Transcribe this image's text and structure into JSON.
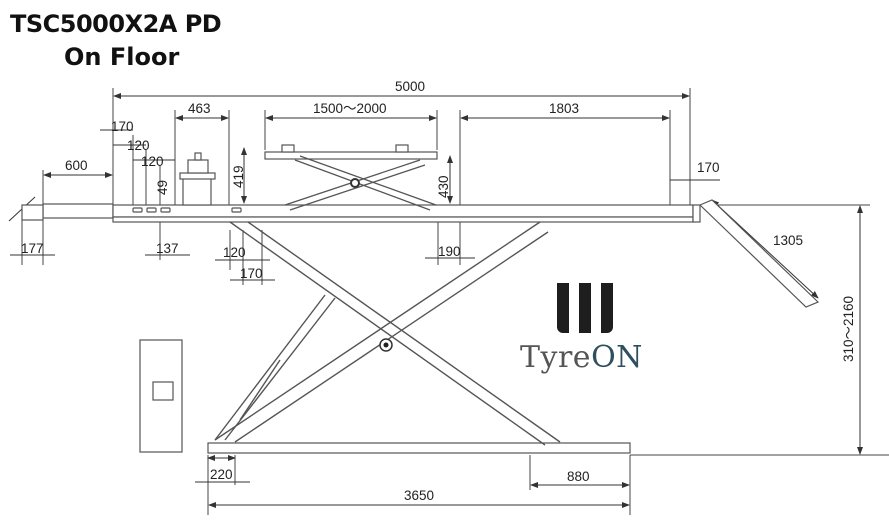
{
  "title": {
    "model": "TSC5000X2A PD",
    "subtitle": "On Floor"
  },
  "logo": {
    "icon": "three-bar-tyre-icon",
    "text_part1": "Tyre",
    "text_part2": "ON",
    "colors": {
      "bars": "#1e1e1e",
      "tyre": "#555555",
      "on": "#2f4f5f"
    }
  },
  "dimensions": {
    "total_length": "5000",
    "top_463": "463",
    "secondary_platform_length": "1500～2000",
    "right_section": "1803",
    "left_170": "170",
    "left_120a": "120",
    "left_120b": "120",
    "extension_600": "600",
    "jack_49": "49",
    "jack_419": "419",
    "secondary_height_430": "430",
    "right_170": "170",
    "ramp_length": "1305",
    "lift_height": "310～2160",
    "left_177": "177",
    "under_137": "137",
    "under_120": "120",
    "under_170": "170",
    "under_190": "190",
    "base_220": "220",
    "base_880": "880",
    "base_length": "3650"
  },
  "colors": {
    "line": "#333333",
    "background": "#ffffff"
  }
}
